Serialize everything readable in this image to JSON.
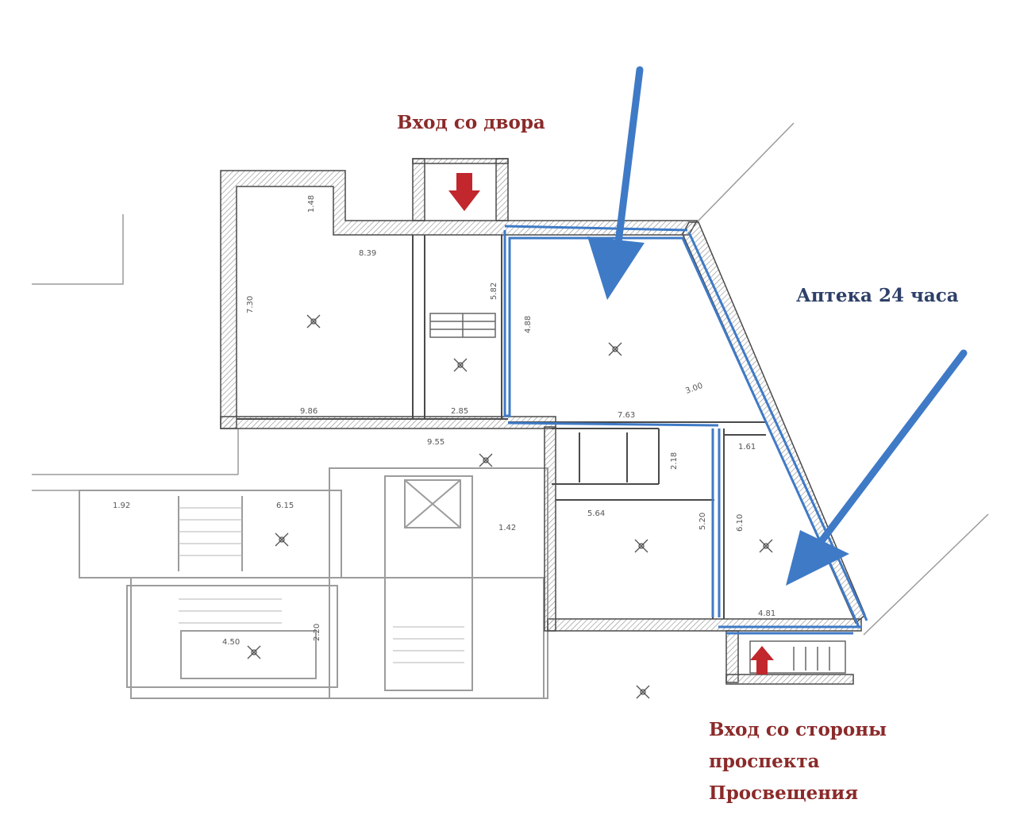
{
  "labels": {
    "yard_entrance": "Вход со двора",
    "pharmacy": "Аптека 24 часа",
    "avenue_entrance_line1": "Вход со стороны",
    "avenue_entrance_line2": "проспекта",
    "avenue_entrance_line3": "Просвещения"
  },
  "dimensions": {
    "d1": "1.48",
    "d2": "8.39",
    "d3": "7.30",
    "d4": "5.82",
    "d5": "9.86",
    "d6": "4.88",
    "d7": "7.63",
    "d8": "2.85",
    "d9": "9.55",
    "d10": "5.64",
    "d11": "2.18",
    "d12": "1.61",
    "d13": "5.20",
    "d14": "4.81",
    "d15": "6.10",
    "d16": "3.00",
    "d17": "1.42",
    "d18": "4.50",
    "d19": "2.20",
    "d20": "1.92",
    "d21": "6.15"
  },
  "colors": {
    "wall": "#4a4a4a",
    "highlight_blue": "#3f7ac6",
    "arrow_red": "#c1272d",
    "label_red": "#8b2a2a",
    "label_navy": "#2e4068"
  },
  "icons": [
    "blue-arrow-icon",
    "red-entry-arrow-icon"
  ]
}
